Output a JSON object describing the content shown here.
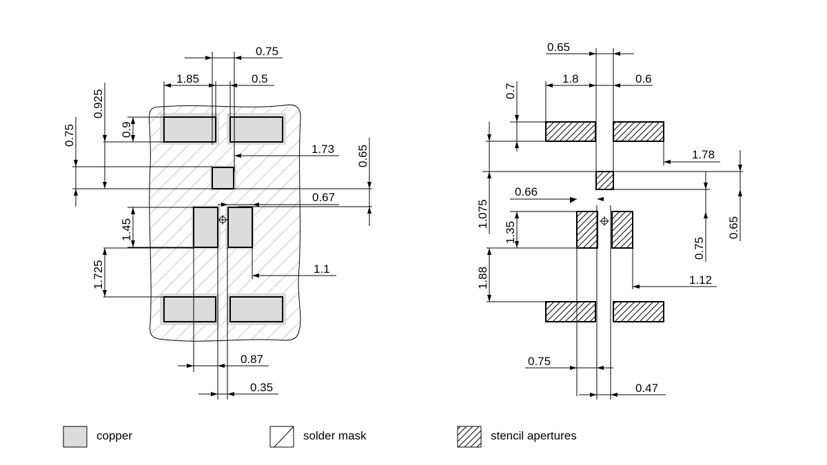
{
  "left_view": {
    "dims": {
      "d0_75_top": "0.75",
      "d1_85": "1.85",
      "d0_5": "0.5",
      "d0_925": "0.925",
      "d0_75_side": "0.75",
      "d0_9": "0.9",
      "d1_73": "1.73",
      "d0_65": "0.65",
      "d0_67": "0.67",
      "d1_45": "1.45",
      "d1_725": "1.725",
      "d1_1": "1.1",
      "d0_87": "0.87",
      "d0_35": "0.35"
    }
  },
  "right_view": {
    "dims": {
      "d0_65_top": "0.65",
      "d1_8": "1.8",
      "d0_6": "0.6",
      "d0_7": "0.7",
      "d1_78": "1.78",
      "d1_075": "1.075",
      "d0_66": "0.66",
      "d1_35": "1.35",
      "d0_65_side": "0.65",
      "d0_75_side": "0.75",
      "d1_88": "1.88",
      "d1_12": "1.12",
      "d0_75_bot": "0.75",
      "d0_47": "0.47"
    }
  },
  "legend": {
    "copper": "copper",
    "solder_mask": "solder mask",
    "stencil_apertures": "stencil apertures"
  },
  "colors": {
    "copper_fill": "#dcdcdc",
    "mask_hatch": "#c8c8c8",
    "line": "#000000"
  }
}
